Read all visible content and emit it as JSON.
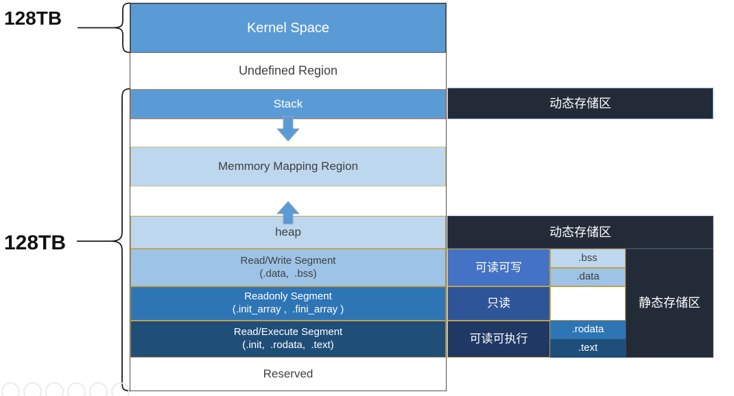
{
  "labels": {
    "kernel_size": "128TB",
    "user_size": "128TB"
  },
  "main_column": {
    "kernel_space": "Kernel Space",
    "undefined_region": "Undefined Region",
    "stack": "Stack",
    "memory_mapping_region": "Memmory Mapping Region",
    "heap": "heap",
    "read_write_segment": {
      "line1": "Read/Write Segment",
      "line2": "(.data,  .bss)"
    },
    "readonly_segment": {
      "line1": "Readonly Segment",
      "line2": "(.init_array ,  .fini_array )"
    },
    "read_execute_segment": {
      "line1": "Read/Execute Segment",
      "line2": "(.init,  .rodata,  .text)"
    },
    "reserved": "Reserved"
  },
  "right_panel": {
    "dynamic_storage_top": "动态存储区",
    "dynamic_storage_heap": "动态存储区",
    "permissions": {
      "read_write": "可读可写",
      "read_only": "只读",
      "read_execute": "可读可执行"
    },
    "sections": {
      "bss": ".bss",
      "data": ".data",
      "rodata": ".rodata",
      "text": ".text"
    },
    "static_storage": "静态存储区"
  },
  "icons": {
    "stack_growth_arrow": "arrow-down",
    "heap_growth_arrow": "arrow-up"
  },
  "colors": {
    "block_blue": "#5B9BD5",
    "block_light_blue": "#BDD7EE",
    "block_mid_light_blue": "#9DC3E6",
    "block_strong_blue": "#2E75B6",
    "block_dark_blue": "#1F4E79",
    "panel_navy": "#242B38",
    "perm_royal_blue": "#4472C4",
    "perm_dark_royal": "#2E5597",
    "perm_navy_blue": "#1F3864",
    "gold_border": "#C3A04D",
    "arrow_blue": "#5B9BD5"
  }
}
